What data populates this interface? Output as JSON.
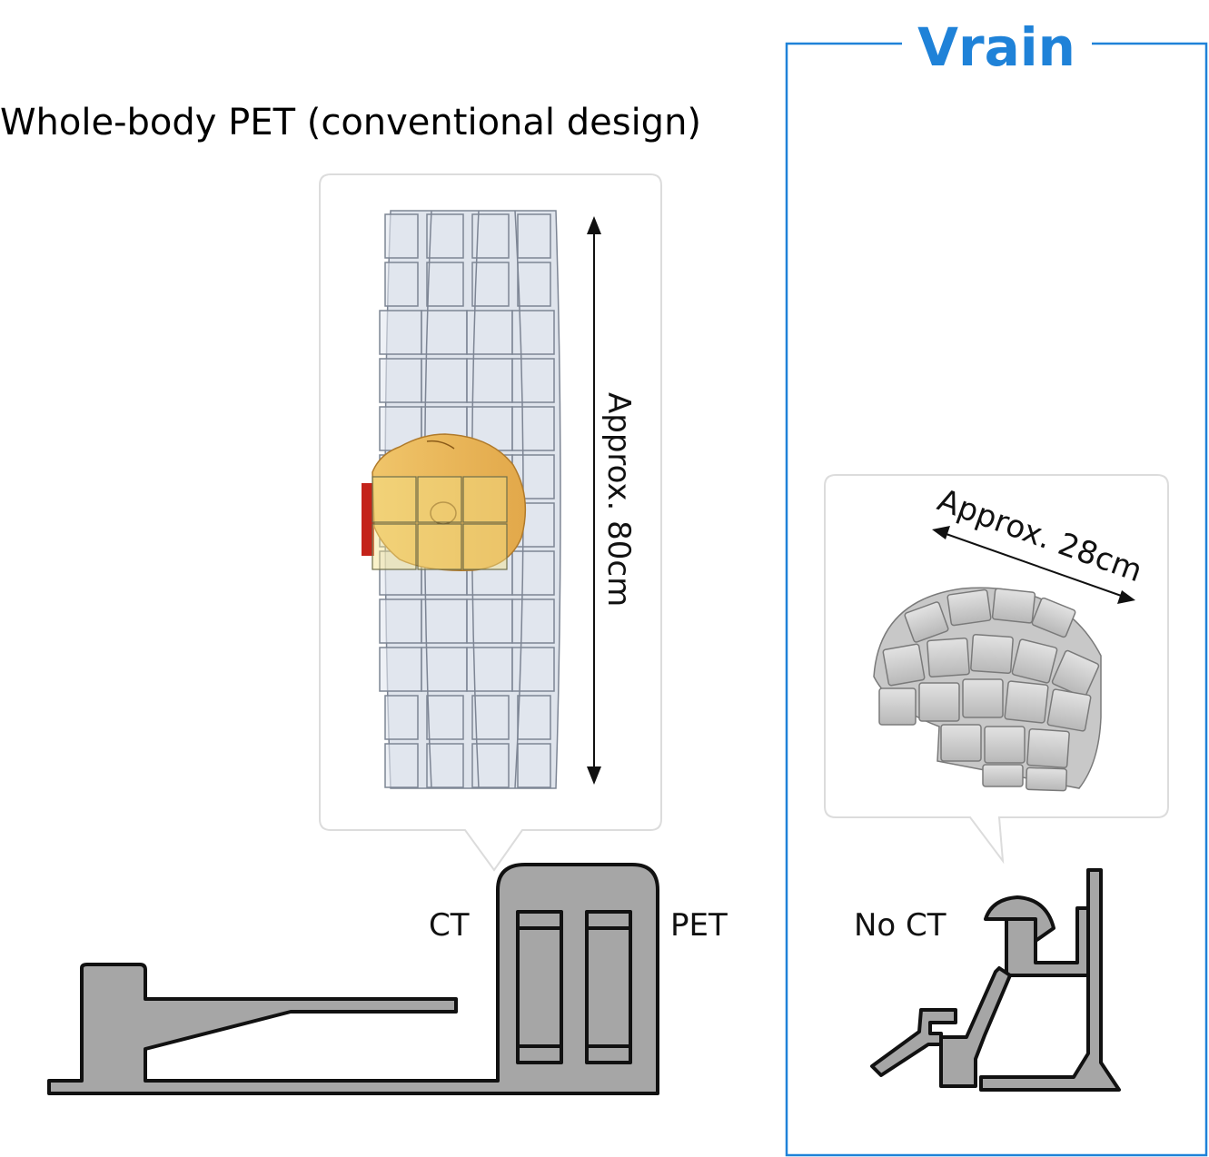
{
  "left": {
    "title": "Whole-body PET (conventional design)",
    "dimension_label": "Approx. 80cm",
    "ct_label": "CT",
    "pet_label": "PET"
  },
  "right": {
    "title": "Vrain",
    "dimension_label": "Approx. 28cm",
    "no_ct_label": "No CT"
  },
  "colors": {
    "accent": "#1f82d8",
    "machine_fill": "#a6a6a6",
    "ring_fill": "#c9d2e0",
    "helmet_fill": "#cfcfcf"
  }
}
